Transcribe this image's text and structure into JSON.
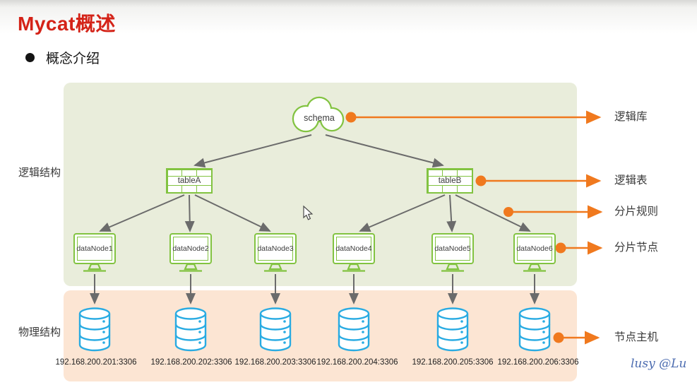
{
  "page": {
    "title": "Mycat概述",
    "bullet": "概念介绍",
    "watermark": "lusy @Lu"
  },
  "sections": {
    "logical_label": "逻辑结构",
    "physical_label": "物理结构"
  },
  "diagram": {
    "schema_label": "schema",
    "tables": [
      {
        "label": "tableA"
      },
      {
        "label": "tableB"
      }
    ],
    "data_nodes": [
      {
        "label": "dataNode1"
      },
      {
        "label": "dataNode2"
      },
      {
        "label": "dataNode3"
      },
      {
        "label": "dataNode4"
      },
      {
        "label": "dataNode5"
      },
      {
        "label": "dataNode6"
      }
    ],
    "hosts": [
      {
        "ip": "192.168.200.201:3306"
      },
      {
        "ip": "192.168.200.202:3306"
      },
      {
        "ip": "192.168.200.203:3306"
      },
      {
        "ip": "192.168.200.204:3306"
      },
      {
        "ip": "192.168.200.205:3306"
      },
      {
        "ip": "192.168.200.206:3306"
      }
    ]
  },
  "annotations": [
    {
      "label": "逻辑库"
    },
    {
      "label": "逻辑表"
    },
    {
      "label": "分片规则"
    },
    {
      "label": "分片节点"
    },
    {
      "label": "节点主机"
    }
  ],
  "colors": {
    "title_red": "#d42318",
    "accent_orange": "#f0791e",
    "green_stroke": "#82c341",
    "panel_green": "#e9eddb",
    "panel_pink": "#fce5d3",
    "db_blue": "#29abe2",
    "arrow_gray": "#6b6b6b",
    "watermark_blue": "#4c6cb0"
  }
}
